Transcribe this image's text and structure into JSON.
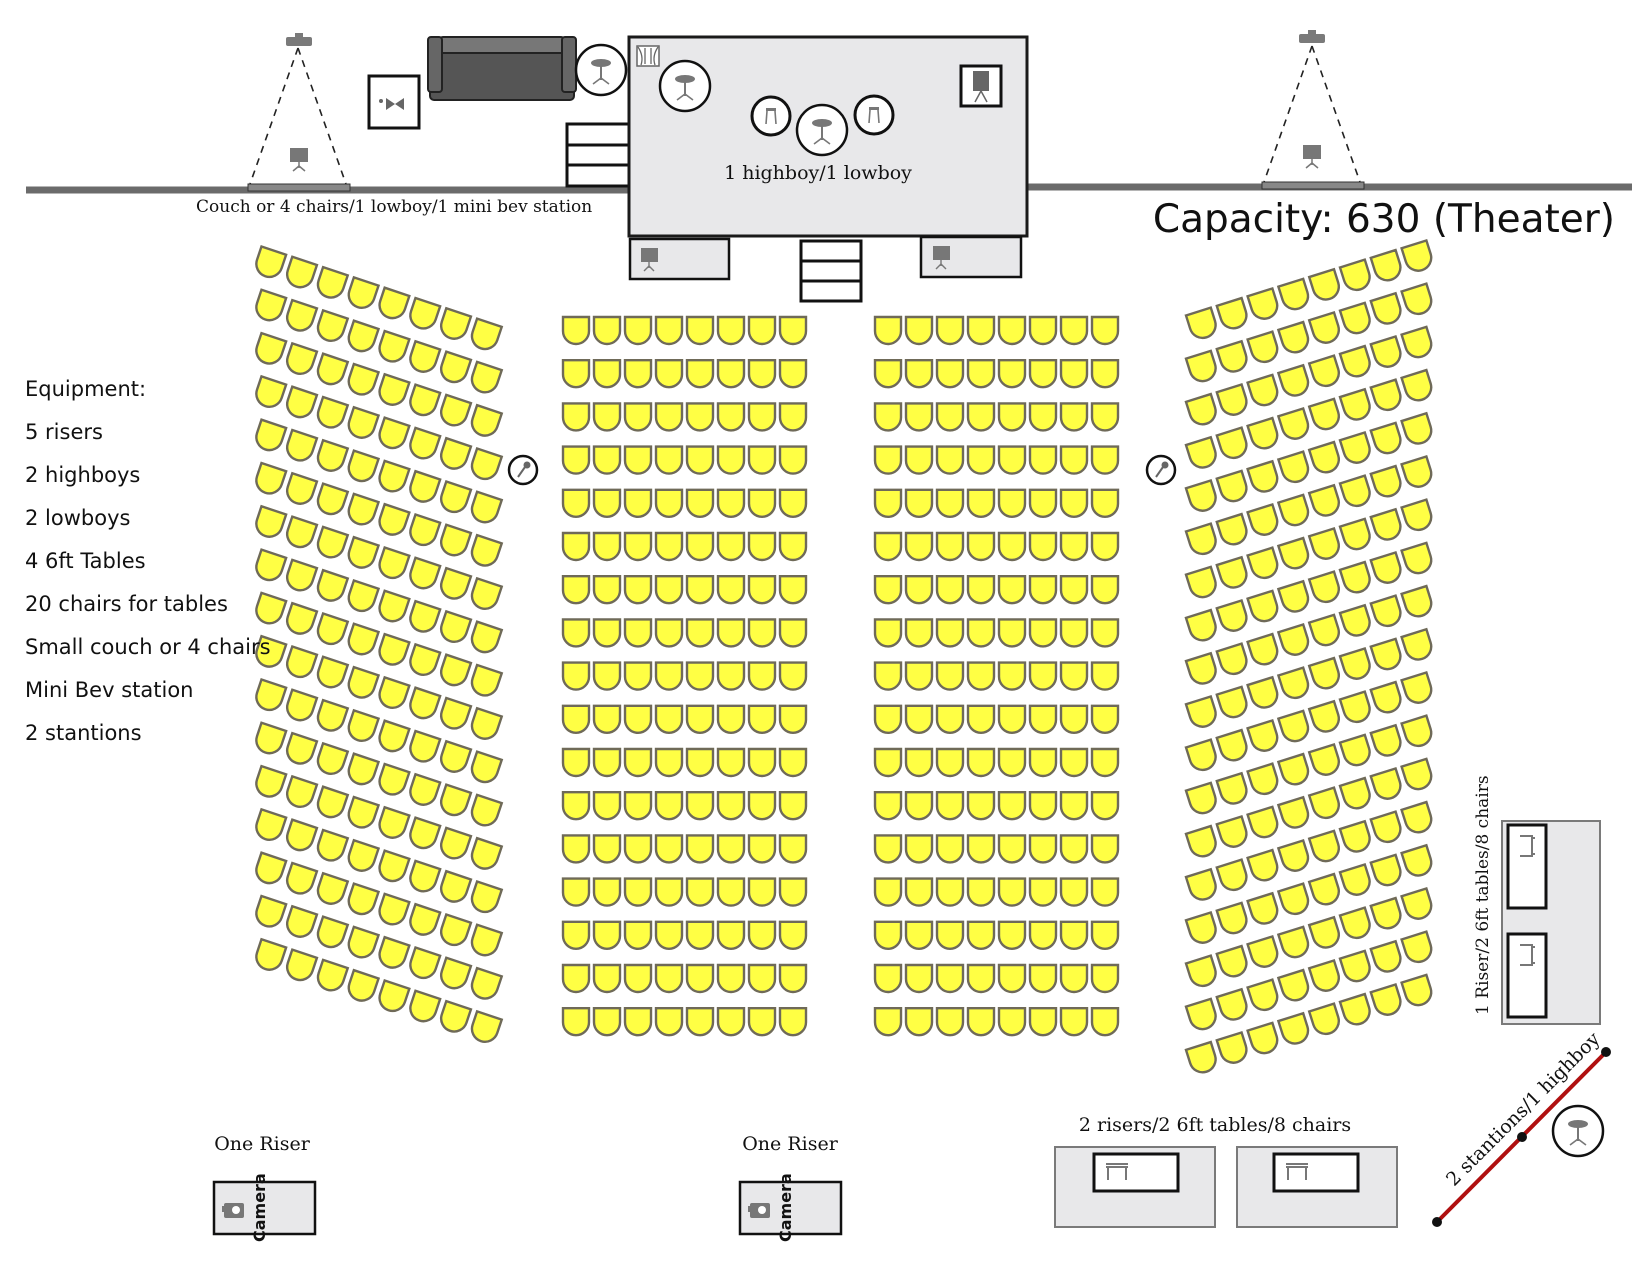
{
  "capacity_title": "Capacity: 630 (Theater)",
  "stage": {
    "label": "1 highboy/1 lowboy"
  },
  "lounge": {
    "label": "Couch or 4 chairs/1 lowboy/1 mini bev station"
  },
  "equipment": {
    "heading": "Equipment:",
    "items": [
      "5 risers",
      "2 highboys",
      "2 lowboys",
      "4 6ft Tables",
      "20 chairs for tables",
      "Small couch or 4 chairs",
      "Mini Bev station",
      "2 stantions"
    ]
  },
  "camera_risers": [
    {
      "label": "One Riser",
      "camera_label": "Camera"
    },
    {
      "label": "One Riser",
      "camera_label": "Camera"
    }
  ],
  "bottom_tables": {
    "label": "2 risers/2 6ft tables/8 chairs"
  },
  "right_tables": {
    "label": "1 Riser/2 6ft tables/8 chairs"
  },
  "stanchion": {
    "label": "2 stantions/1 highboy",
    "color": "#b01010"
  },
  "seating": {
    "chair_color": "#ffff44",
    "sections": [
      {
        "name": "left-wing",
        "rows": 17,
        "seats_per_row": 8
      },
      {
        "name": "center-left",
        "rows": 17,
        "seats_per_row": 8
      },
      {
        "name": "center-right",
        "rows": 17,
        "seats_per_row": 8
      },
      {
        "name": "right-wing",
        "rows": 18,
        "seats_per_row": 8
      }
    ]
  }
}
